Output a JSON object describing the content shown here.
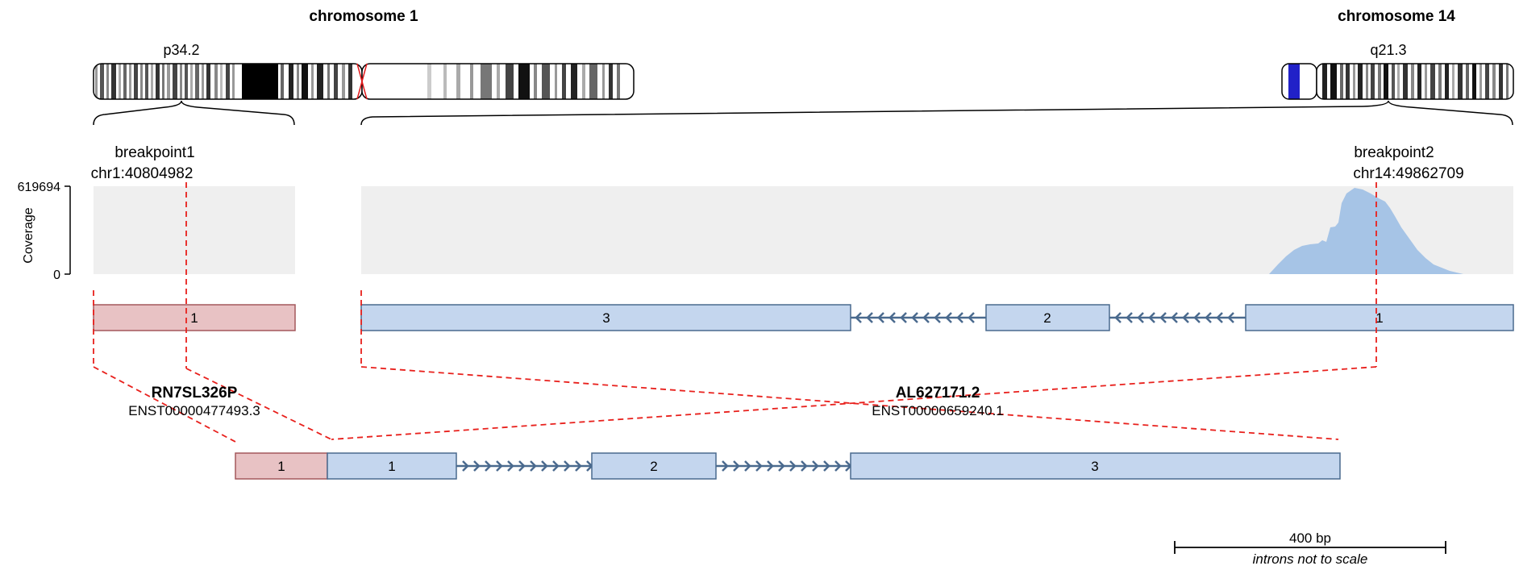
{
  "chromosomes": [
    {
      "title": "chromosome 1",
      "band_label": "p34.2"
    },
    {
      "title": "chromosome 14",
      "band_label": "q21.3"
    }
  ],
  "breakpoints": [
    {
      "label": "breakpoint1",
      "position": "chr1:40804982"
    },
    {
      "label": "breakpoint2",
      "position": "chr14:49862709"
    }
  ],
  "coverage": {
    "max_label": "619694",
    "min_label": "0",
    "axis_label": "Coverage"
  },
  "genes": [
    {
      "name": "RN7SL326P",
      "transcript": "ENST00000477493.3",
      "exons": [
        "1"
      ]
    },
    {
      "name": "AL627171.2",
      "transcript": "ENST00000659240.1",
      "exons": [
        "3",
        "2",
        "1"
      ]
    }
  ],
  "fusion": {
    "exons": [
      "1",
      "1",
      "2",
      "3"
    ]
  },
  "scale": {
    "label": "400 bp",
    "note": "introns not to scale"
  },
  "colors": {
    "gene1_fill": "#e8c2c4",
    "gene1_stroke": "#a4585c",
    "gene2_fill": "#c4d6ee",
    "gene2_stroke": "#4a6a8e",
    "coverage_fill": "#a6c4e6",
    "coverage_bg": "#efefef",
    "breakpoint_line": "#e8201c",
    "centromere": "#e31a1c",
    "stalk": "#2020c8"
  }
}
